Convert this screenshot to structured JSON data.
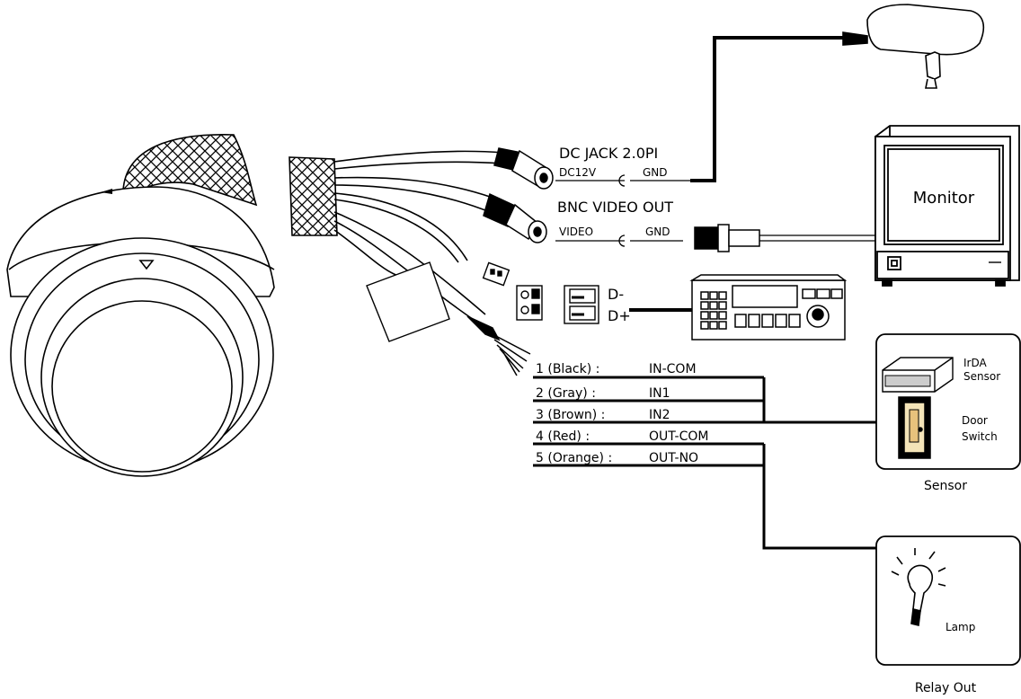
{
  "dc_jack": {
    "title": "DC JACK 2.0PI",
    "left": "DC12V",
    "right": "GND"
  },
  "bnc": {
    "title": "BNC VIDEO OUT",
    "left": "VIDEO",
    "right": "GND"
  },
  "monitor": {
    "label": "Monitor"
  },
  "rs485": {
    "minus": "D-",
    "plus": "D+"
  },
  "pins": [
    {
      "pin": "1 (Black) :",
      "signal": "IN-COM"
    },
    {
      "pin": "2 (Gray) :",
      "signal": "IN1"
    },
    {
      "pin": "3 (Brown) :",
      "signal": "IN2"
    },
    {
      "pin": "4 (Red) :",
      "signal": "OUT-COM"
    },
    {
      "pin": "5 (Orange) :",
      "signal": "OUT-NO"
    }
  ],
  "sensor_box": {
    "irda_line1": "IrDA",
    "irda_line2": "Sensor",
    "door_line1": "Door",
    "door_line2": "Switch",
    "caption": "Sensor"
  },
  "relay_box": {
    "lamp": "Lamp",
    "caption": "Relay Out"
  }
}
